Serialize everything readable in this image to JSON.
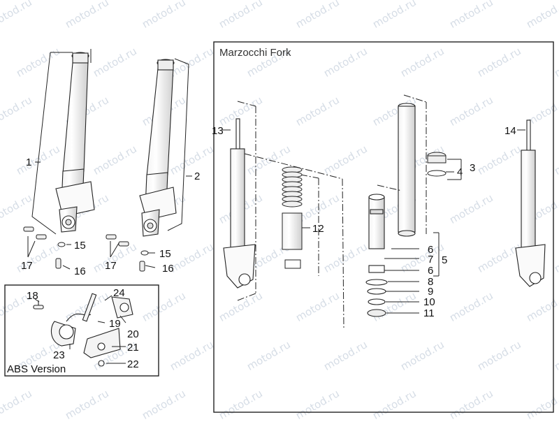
{
  "watermark_text": "motod.ru",
  "panel_title": "Marzocchi Fork",
  "abs_title": "ABS Version",
  "labels": {
    "l1": "1",
    "l2": "2",
    "l3": "3",
    "l4": "4",
    "l5": "5",
    "l6a": "6",
    "l6b": "6",
    "l7": "7",
    "l8": "8",
    "l9": "9",
    "l10": "10",
    "l11": "11",
    "l12": "12",
    "l13": "13",
    "l14": "14",
    "l15a": "15",
    "l15b": "15",
    "l16a": "16",
    "l16b": "16",
    "l17a": "17",
    "l17b": "17",
    "l18": "18",
    "l19": "19",
    "l20": "20",
    "l21": "21",
    "l22": "22",
    "l23": "23",
    "l24": "24"
  }
}
